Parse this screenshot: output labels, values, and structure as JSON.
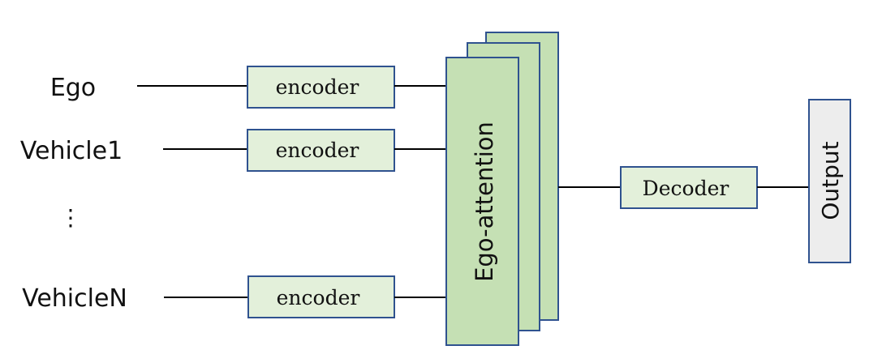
{
  "inputs": {
    "ego": "Ego",
    "vehicle1": "Vehicle1",
    "ellipsis": "⋮",
    "vehicleN": "VehicleN"
  },
  "encoders": {
    "ego": "encoder",
    "vehicle1": "encoder",
    "vehicleN": "encoder"
  },
  "attention": {
    "label": "Ego-attention"
  },
  "decoder": {
    "label": "Decoder"
  },
  "output": {
    "label": "Output"
  },
  "colors": {
    "encoder_fill": "#e3f0da",
    "attention_fill": "#c5e0b4",
    "output_fill": "#ededed",
    "border": "#2f528f"
  }
}
